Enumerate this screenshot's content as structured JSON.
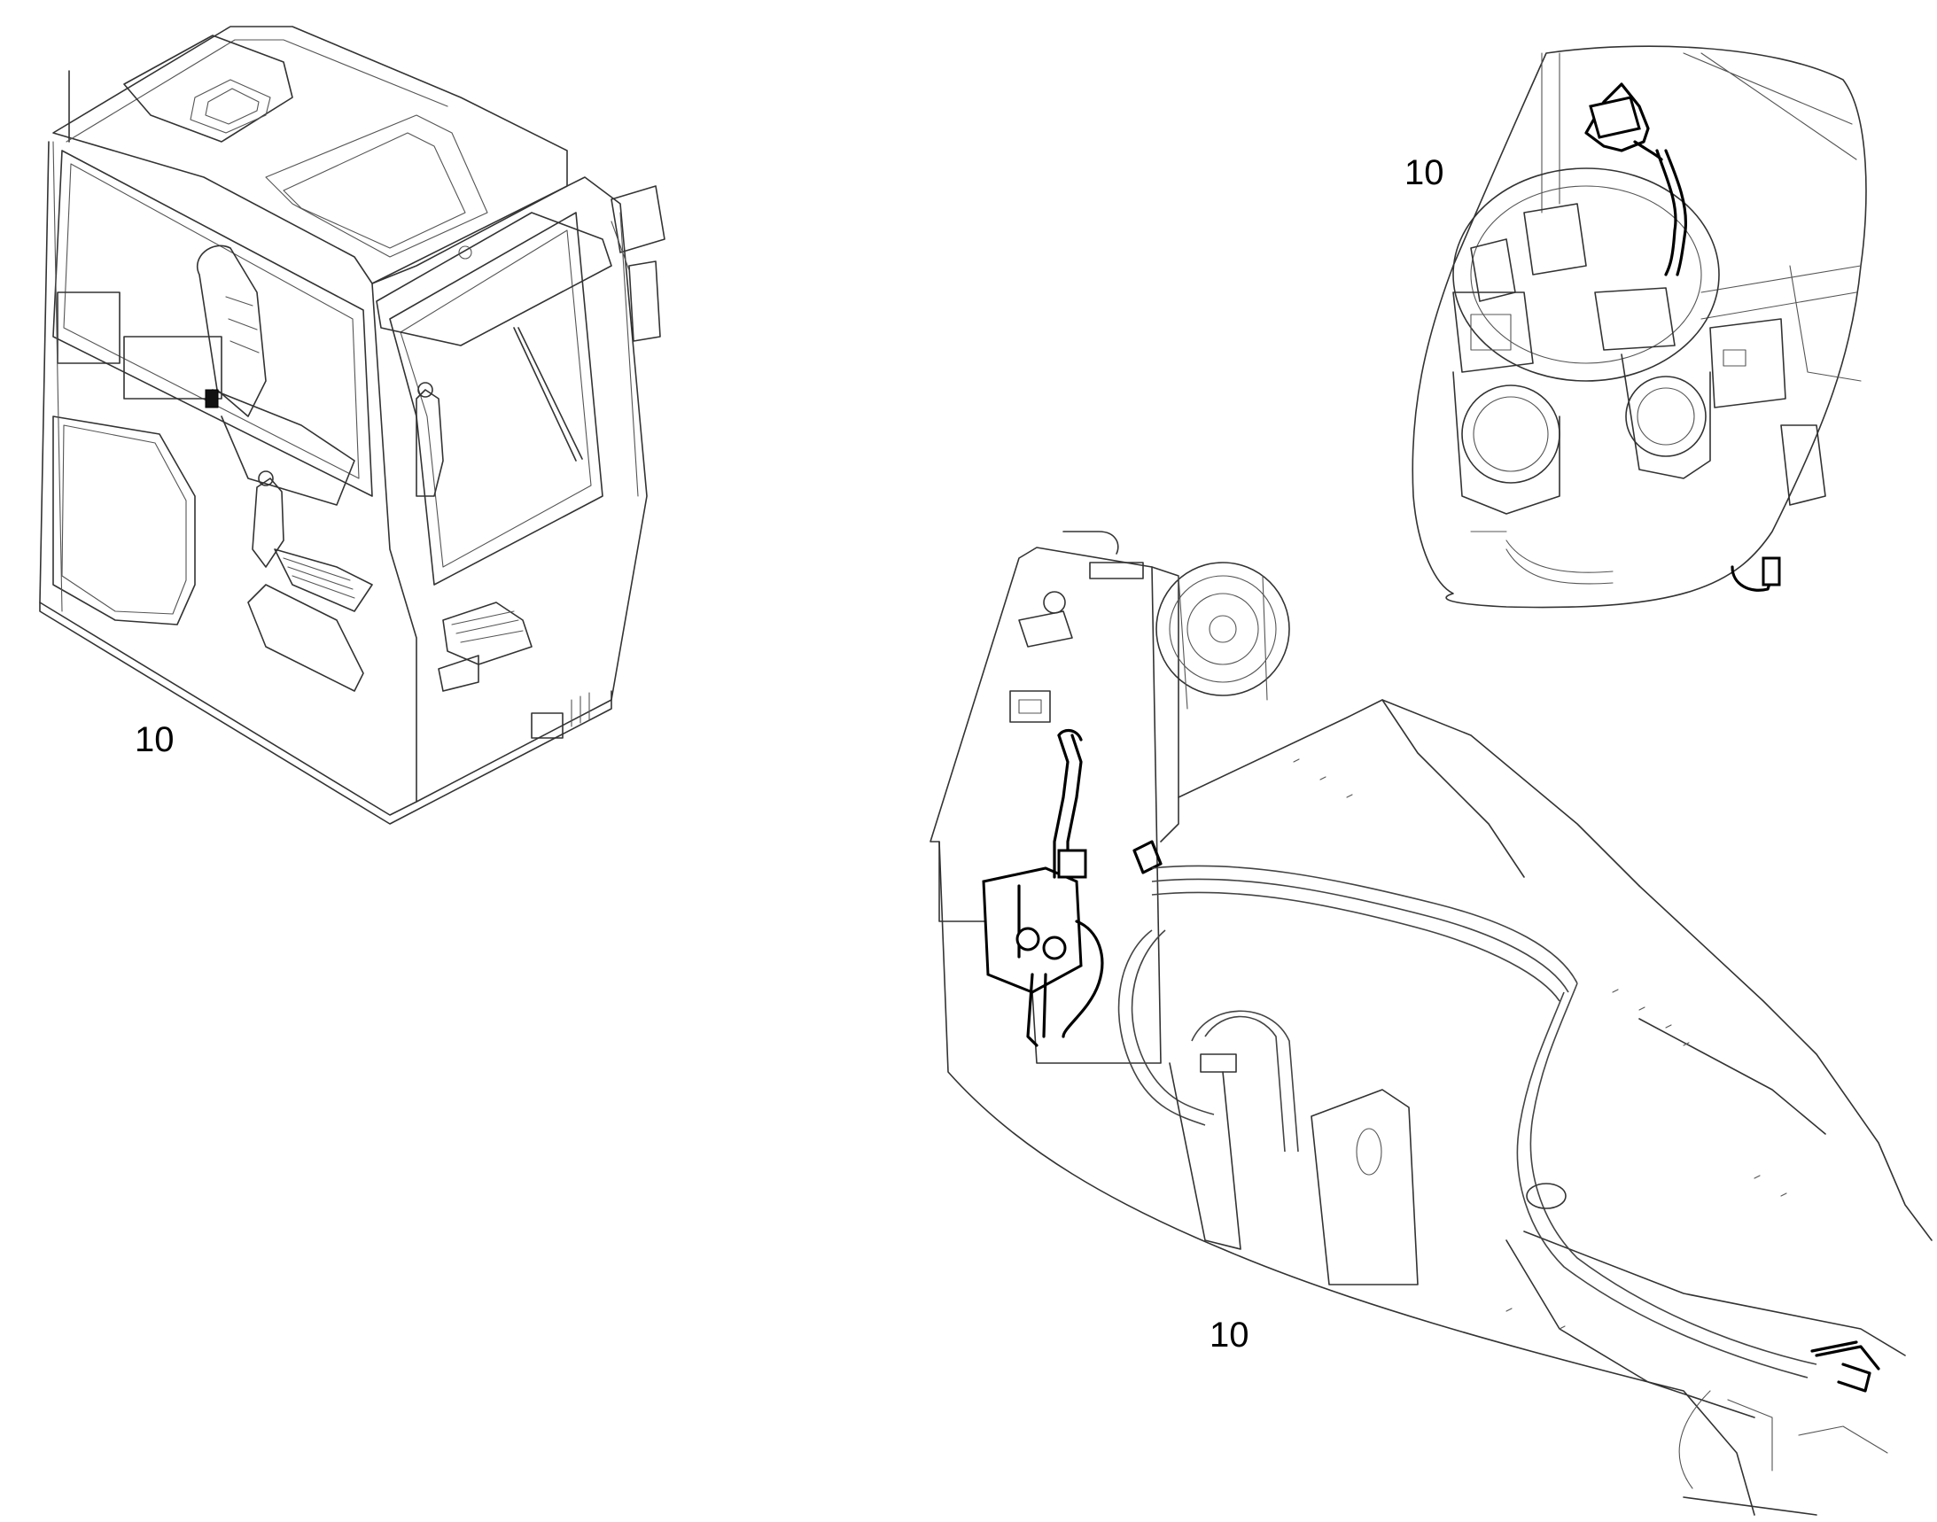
{
  "callouts": {
    "cab": "10",
    "pump": "10",
    "frame": "10"
  },
  "colors": {
    "line": "#333333",
    "highlight": "#000000",
    "background": "#ffffff"
  }
}
